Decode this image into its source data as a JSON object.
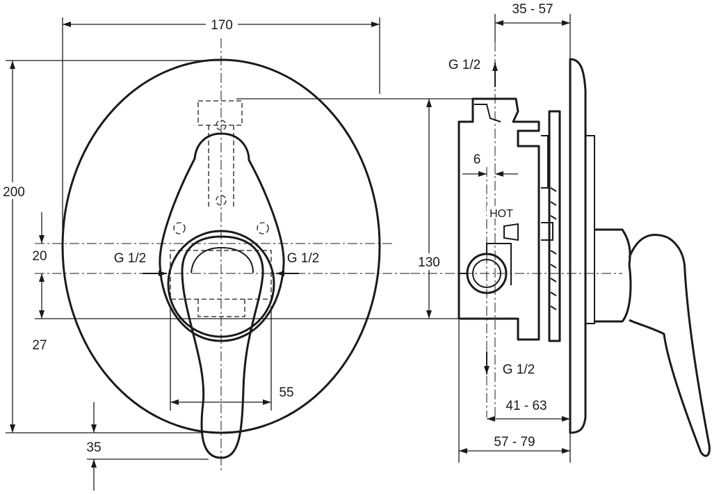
{
  "drawing": {
    "front_view": {
      "width_label": "170",
      "height_label": "200",
      "offset_top_label": "20",
      "offset_bottom_label": "27",
      "lever_spacing_label": "55",
      "lever_overhang_label": "35",
      "inlet_left_label": "G 1/2",
      "inlet_right_label": "G 1/2"
    },
    "side_view": {
      "depth_range_top_label": "35 - 57",
      "body_height_label": "130",
      "offset_label": "6",
      "hot_label": "HOT",
      "outlet_top_label": "G 1/2",
      "outlet_bottom_label": "G 1/2",
      "depth_range_mid_label": "41 - 63",
      "depth_range_bottom_label": "57 - 79"
    }
  }
}
